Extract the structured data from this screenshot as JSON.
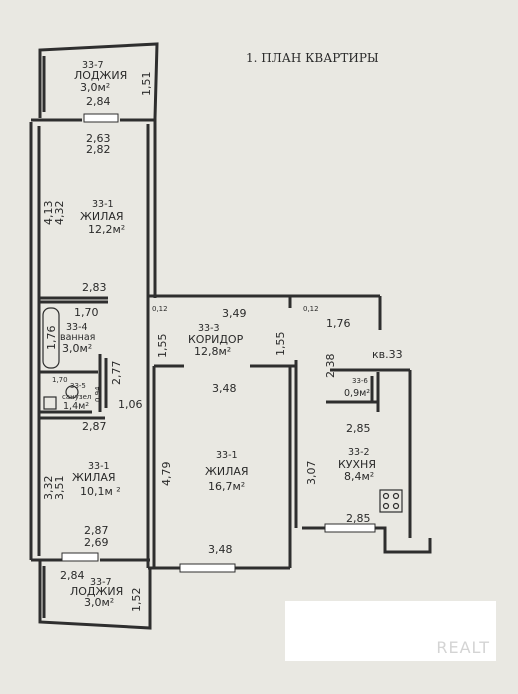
{
  "title": "1. ПЛАН КВАРТИРЫ",
  "apartment_label": "кв.33",
  "watermark": "REALT",
  "colors": {
    "paper": "#e9e8e2",
    "ink": "#2e2e2e",
    "cover": "#ffffff"
  },
  "rooms": {
    "loggia_top": {
      "code": "33-7",
      "name": "ЛОДЖИЯ",
      "area": "3,0м²"
    },
    "living_top": {
      "code": "33-1",
      "name": "ЖИЛАЯ",
      "area": "12,2м²"
    },
    "bath": {
      "code": "33-4",
      "name": "ванная",
      "area": "3,0м²"
    },
    "wc": {
      "code": "33-5",
      "name": "санузел",
      "area": "1,4м²"
    },
    "living_bottom": {
      "code": "33-1",
      "name": "ЖИЛАЯ",
      "area": "10,1м ²"
    },
    "loggia_bottom": {
      "code": "33-7",
      "name": "ЛОДЖИЯ",
      "area": "3,0м²"
    },
    "corridor": {
      "code": "33-3",
      "name": "КОРИДОР",
      "area": "12,8м²"
    },
    "living_center": {
      "code": "33-1",
      "name": "ЖИЛАЯ",
      "area": "16,7м²"
    },
    "closet": {
      "code": "33-6",
      "name": "",
      "area": "0,9м²"
    },
    "kitchen": {
      "code": "33-2",
      "name": "КУХНЯ",
      "area": "8,4м²"
    }
  },
  "dimensions": {
    "loggia_top_w": "2,84",
    "loggia_top_h": "1,51",
    "lt_top_a": "2,63",
    "lt_top_b": "2,82",
    "lt_h_a": "4,13",
    "lt_h_b": "4,32",
    "lt_bottom": "2,83",
    "bath_w": "1,70",
    "bath_h": "1,76",
    "wc_w": "1,70",
    "wc_h": "0,94",
    "wc_side": "2,77",
    "wc_side2": "1,06",
    "lb_top": "2,87",
    "lb_h_a": "3,32",
    "lb_h_b": "3,51",
    "lb_bottom_a": "2,87",
    "lb_bottom_b": "2,69",
    "loggia_bottom_w": "2,84",
    "loggia_bottom_h": "1,52",
    "corr_w": "3,49",
    "corr_left": "1,55",
    "corr_right": "1,55",
    "corr_gap": "0,12",
    "corr_gap2": "0,12",
    "center_top": "3,48",
    "center_h": "4,79",
    "center_bottom": "3,48",
    "right_top": "1,76",
    "right_h": "2,38",
    "kitchen_top": "2,85",
    "kitchen_h": "3,07",
    "kitchen_bottom": "2,85"
  }
}
